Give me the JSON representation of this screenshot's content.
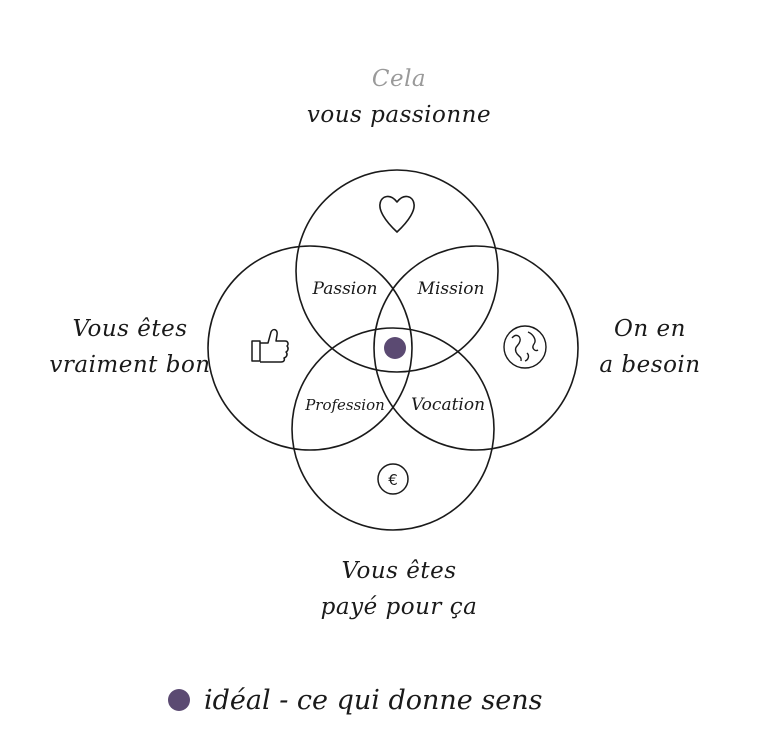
{
  "colors": {
    "ideal_dot": "#5b4a72",
    "stroke": "#1a1a1a",
    "muted_text": "#9a9a9a"
  },
  "labels": {
    "top": [
      "Cela",
      "vous passionne"
    ],
    "left": [
      "Vous êtes",
      "vraiment bon"
    ],
    "right": [
      "On en",
      "a besoin"
    ],
    "bottom": [
      "Vous êtes",
      "payé pour ça"
    ]
  },
  "zones": {
    "passion": "Passion",
    "mission": "Mission",
    "profession": "Profession",
    "vocation": "Vocation"
  },
  "icons": {
    "top": "heart-icon",
    "left": "thumbs-up-icon",
    "right": "globe-icon",
    "bottom": "euro-coin-icon",
    "center": "ideal-dot-icon"
  },
  "icon_text": {
    "euro": "€"
  },
  "legend": {
    "text": "idéal - ce qui donne sens"
  }
}
